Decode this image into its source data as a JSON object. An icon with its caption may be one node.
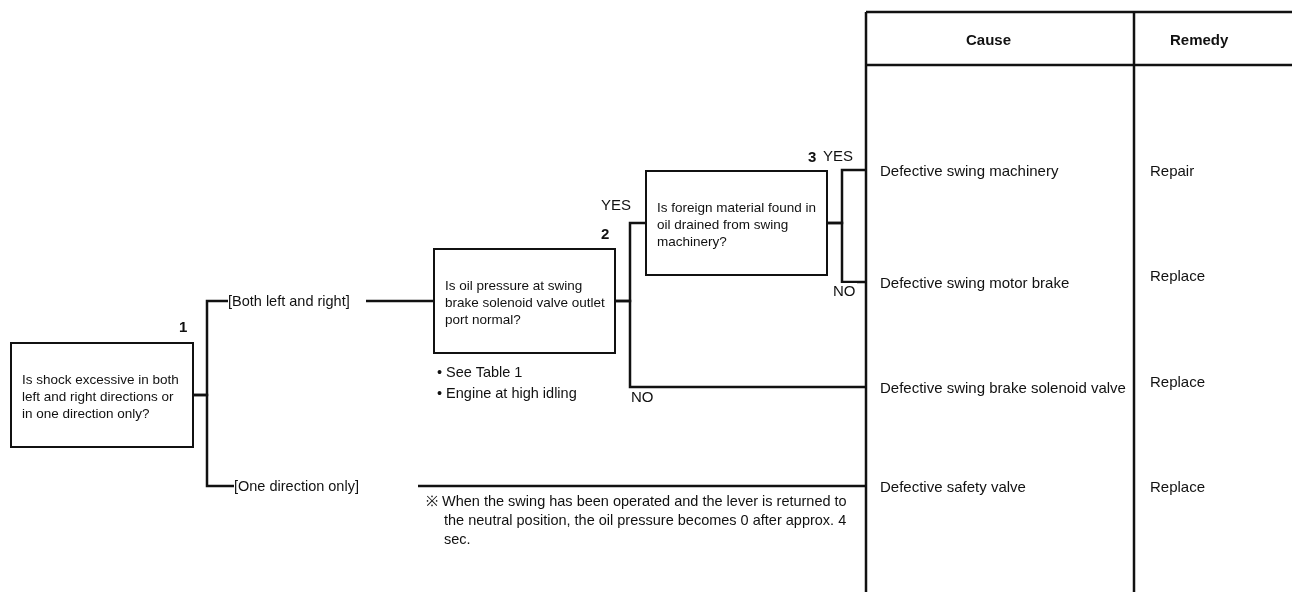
{
  "diagram": {
    "nodes": [
      {
        "text": [
          "Is shock excessive in both left and right directions or in one direction only?"
        ],
        "beside": [
          "1"
        ]
      },
      {
        "text": [
          "[Both left and right]"
        ]
      },
      {
        "text": [
          "[One direction only]"
        ]
      },
      {
        "text": [
          "Is oil pressure at swing brake solenoid valve outlet port normal?"
        ],
        "beside": [
          "2",
          "• See Table 1",
          "• Engine at high idling"
        ]
      },
      {
        "text": [
          "Is foreign material found in oil drained from swing machinery?"
        ],
        "beside": [
          "3"
        ]
      },
      {
        "text": [
          "Defective swing machinery"
        ]
      },
      {
        "text": [
          "Defective swing motor brake"
        ]
      },
      {
        "text": [
          "Defective swing brake solenoid valve"
        ]
      },
      {
        "text": [
          "Defective safety valve"
        ]
      }
    ],
    "edges": [
      {
        "from": 0,
        "to": 1,
        "arrow": "none"
      },
      {
        "from": 0,
        "to": 2,
        "arrow": "none"
      },
      {
        "from": 1,
        "to": 3,
        "arrow": "none"
      },
      {
        "from": 3,
        "to": 4,
        "label": "YES",
        "arrow": "none"
      },
      {
        "from": 3,
        "to": 7,
        "label": "NO",
        "arrow": "none"
      },
      {
        "from": 4,
        "to": 5,
        "label": "YES",
        "arrow": "none"
      },
      {
        "from": 4,
        "to": 6,
        "label": "NO",
        "arrow": "none"
      },
      {
        "from": 2,
        "to": 8,
        "arrow": "none"
      }
    ],
    "labels": [
      "Cause",
      "Remedy",
      "Repair",
      "Replace",
      "Replace",
      "Replace",
      "※ When the swing has been operated and the lever is returned to the neutral position, the oil pressure becomes 0 after approx. 4 sec."
    ]
  }
}
